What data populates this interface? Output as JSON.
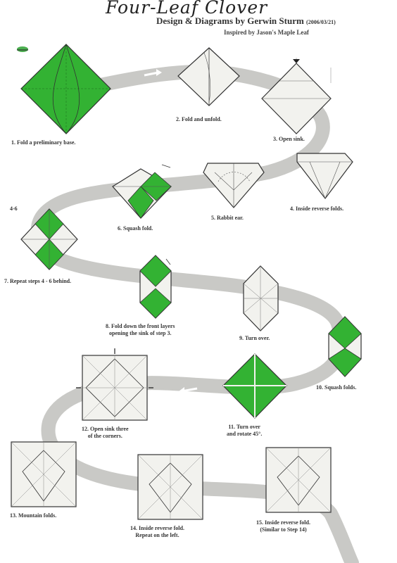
{
  "header": {
    "title": "Four-Leaf Clover",
    "subtitle": "Design & Diagrams by Gerwin Sturm",
    "date": "(2006/03/21)",
    "inspired": "Inspired by Jason's Maple Leaf"
  },
  "steps": [
    {
      "label": "1. Fold a preliminary base."
    },
    {
      "label": "2. Fold and unfold."
    },
    {
      "label": "3. Open sink."
    },
    {
      "label": "4. Inside reverse folds."
    },
    {
      "label": "5. Rabbit ear."
    },
    {
      "label": "6. Squash fold."
    },
    {
      "label": "7. Repeat steps 4 - 6 behind."
    },
    {
      "label": "8. Fold down the front layers",
      "label2": "opening the sink of step 3."
    },
    {
      "label": "9. Turn over."
    },
    {
      "label": "10. Squash folds."
    },
    {
      "label": "11. Turn over",
      "label2": "and rotate 45°."
    },
    {
      "label": "12. Open sink three",
      "label2": "of the corners."
    },
    {
      "label": "13. Mountain folds."
    },
    {
      "label": "14. Inside reverse fold.",
      "label2": "Repeat on the left."
    },
    {
      "label": "15. Inside reverse fold.",
      "label2": "(Similar to Step 14)"
    }
  ],
  "marks": {
    "step7_mark": "4-6"
  },
  "colors": {
    "green": "#33b233",
    "paper": "#f2f2ee",
    "path": "#c9c9c6",
    "line": "#333333"
  }
}
